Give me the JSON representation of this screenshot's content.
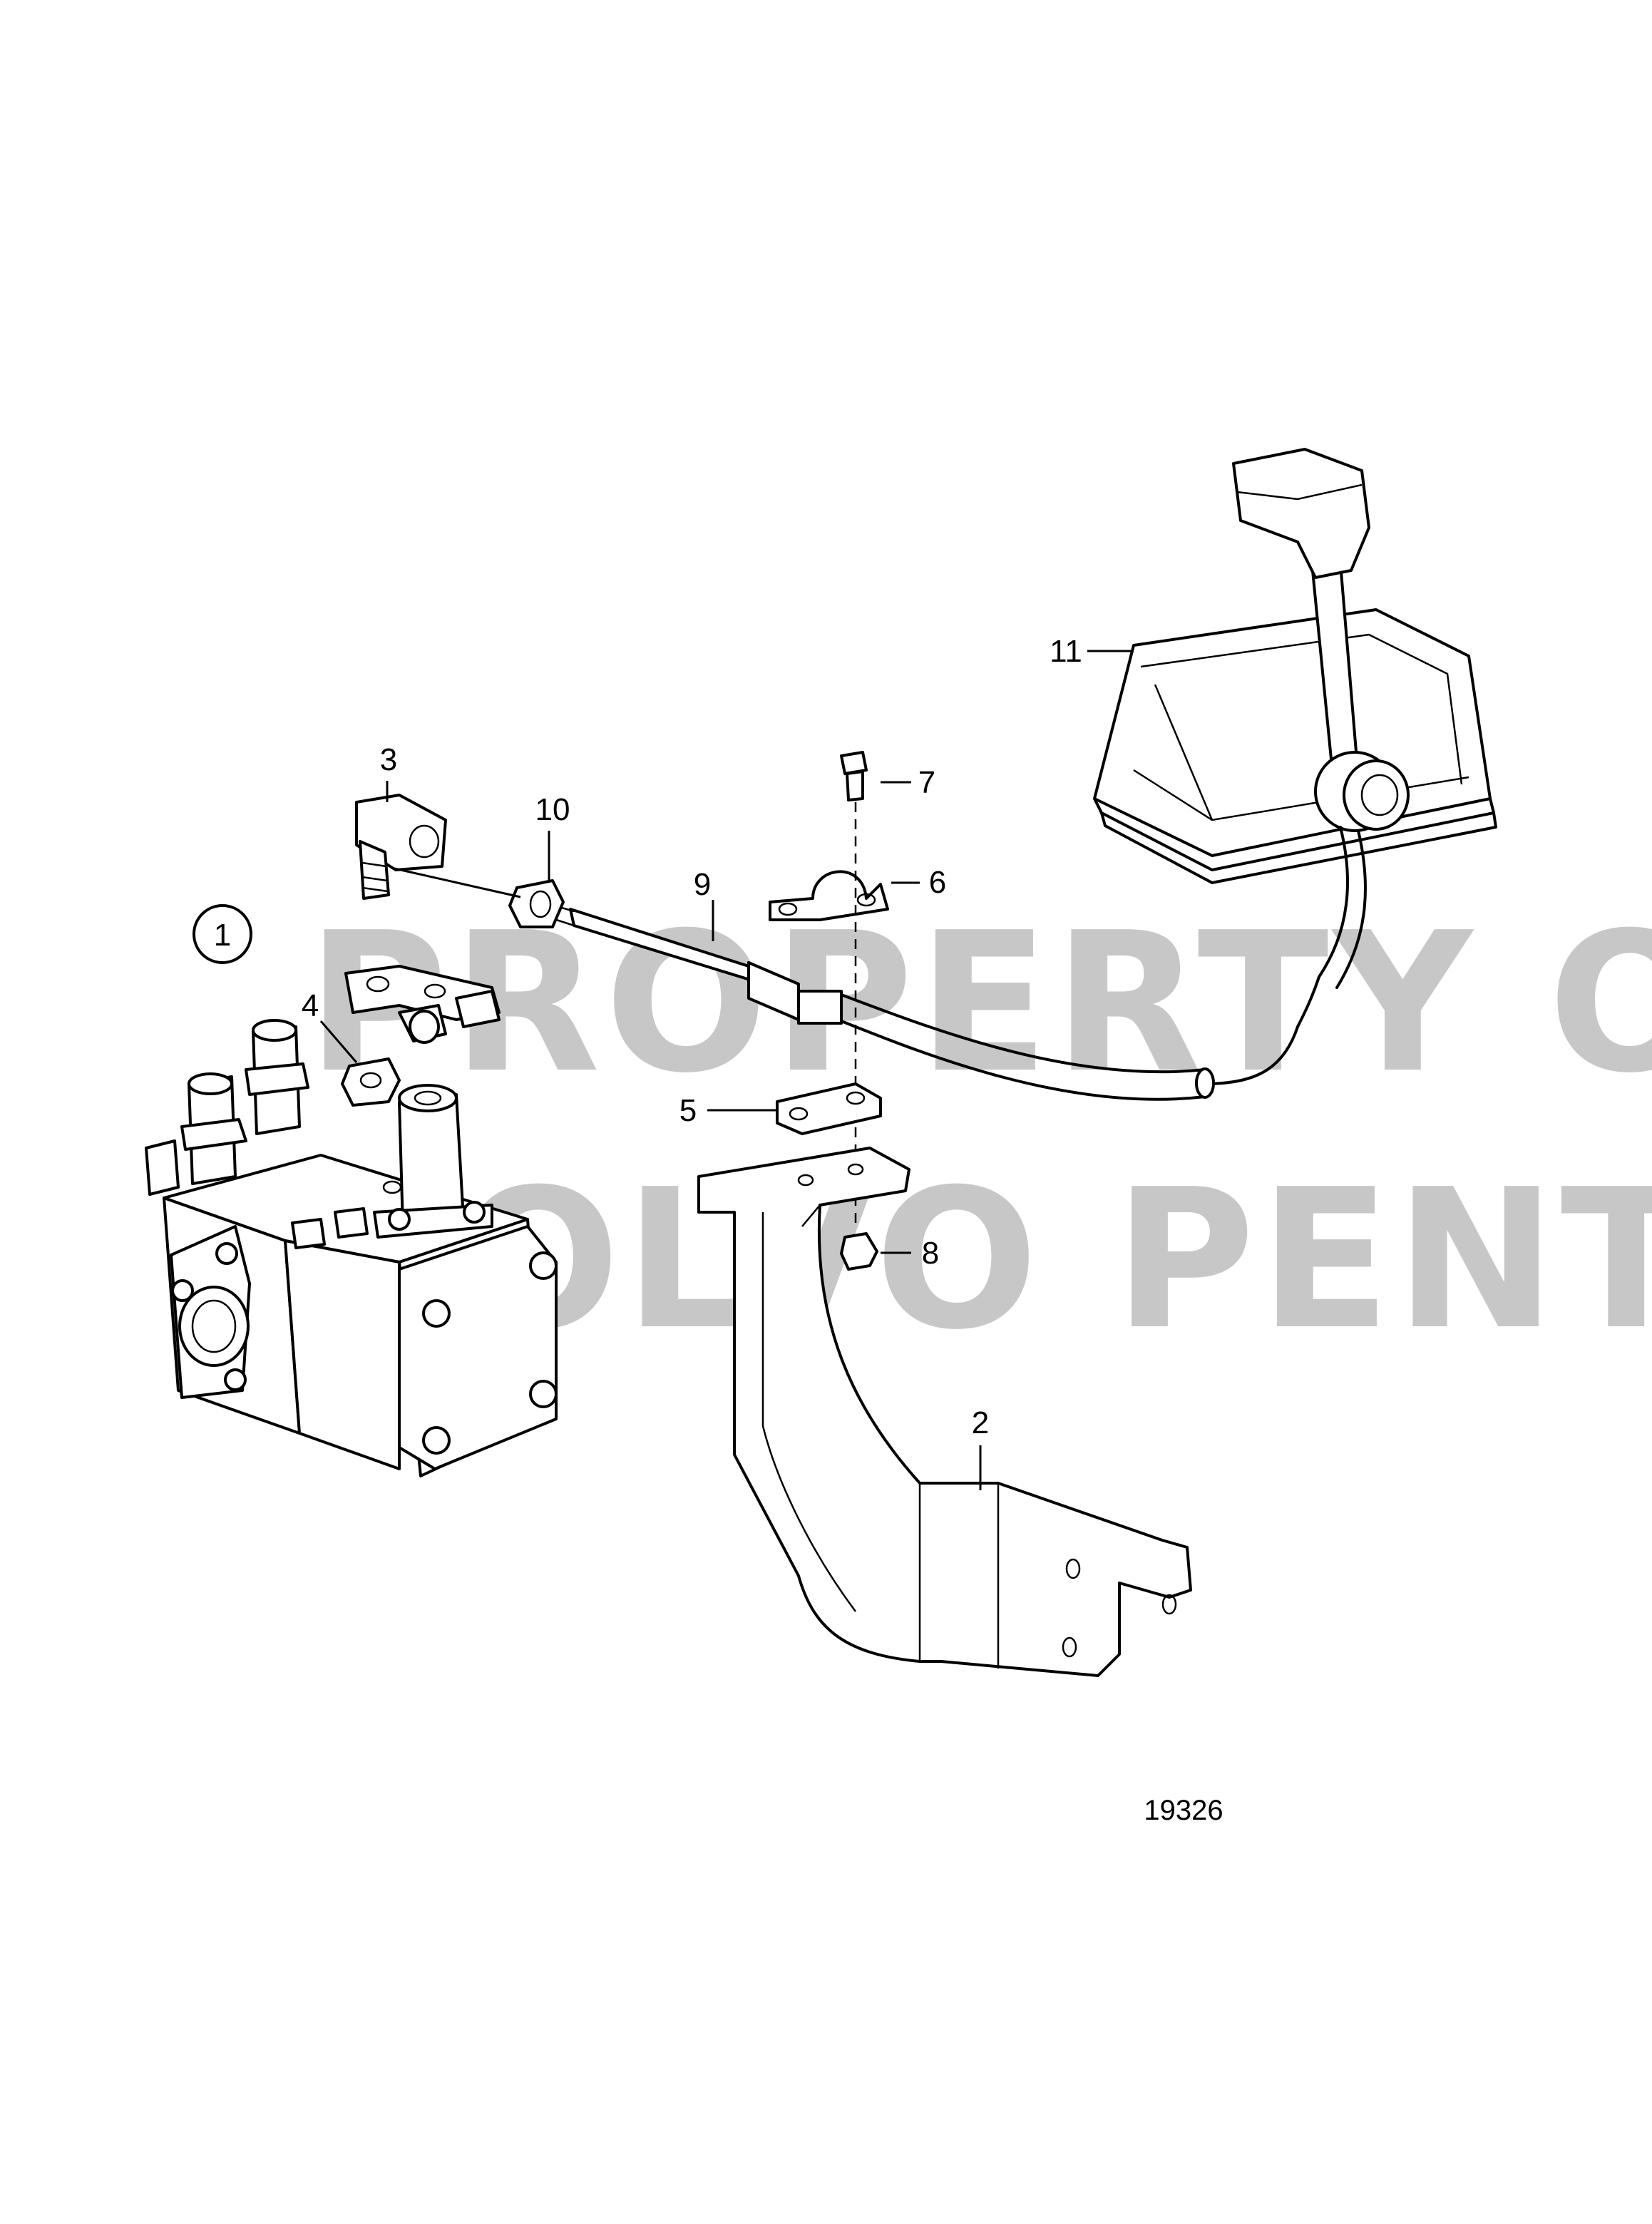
{
  "drawing": {
    "figure_number": "19326",
    "watermark_lines": [
      "PROPERTY OF",
      "VOLVO PENTA"
    ],
    "callouts": [
      {
        "id": "assembly",
        "label": "1",
        "circled": true
      },
      {
        "id": "bracket",
        "label": "2"
      },
      {
        "id": "elbow",
        "label": "3"
      },
      {
        "id": "nut-4",
        "label": "4"
      },
      {
        "id": "plate-5",
        "label": "5"
      },
      {
        "id": "clamp-6",
        "label": "6"
      },
      {
        "id": "screw-7",
        "label": "7"
      },
      {
        "id": "nut-8",
        "label": "8"
      },
      {
        "id": "cable-9",
        "label": "9"
      },
      {
        "id": "nut-10",
        "label": "10"
      },
      {
        "id": "control-lever",
        "label": "11"
      }
    ]
  }
}
